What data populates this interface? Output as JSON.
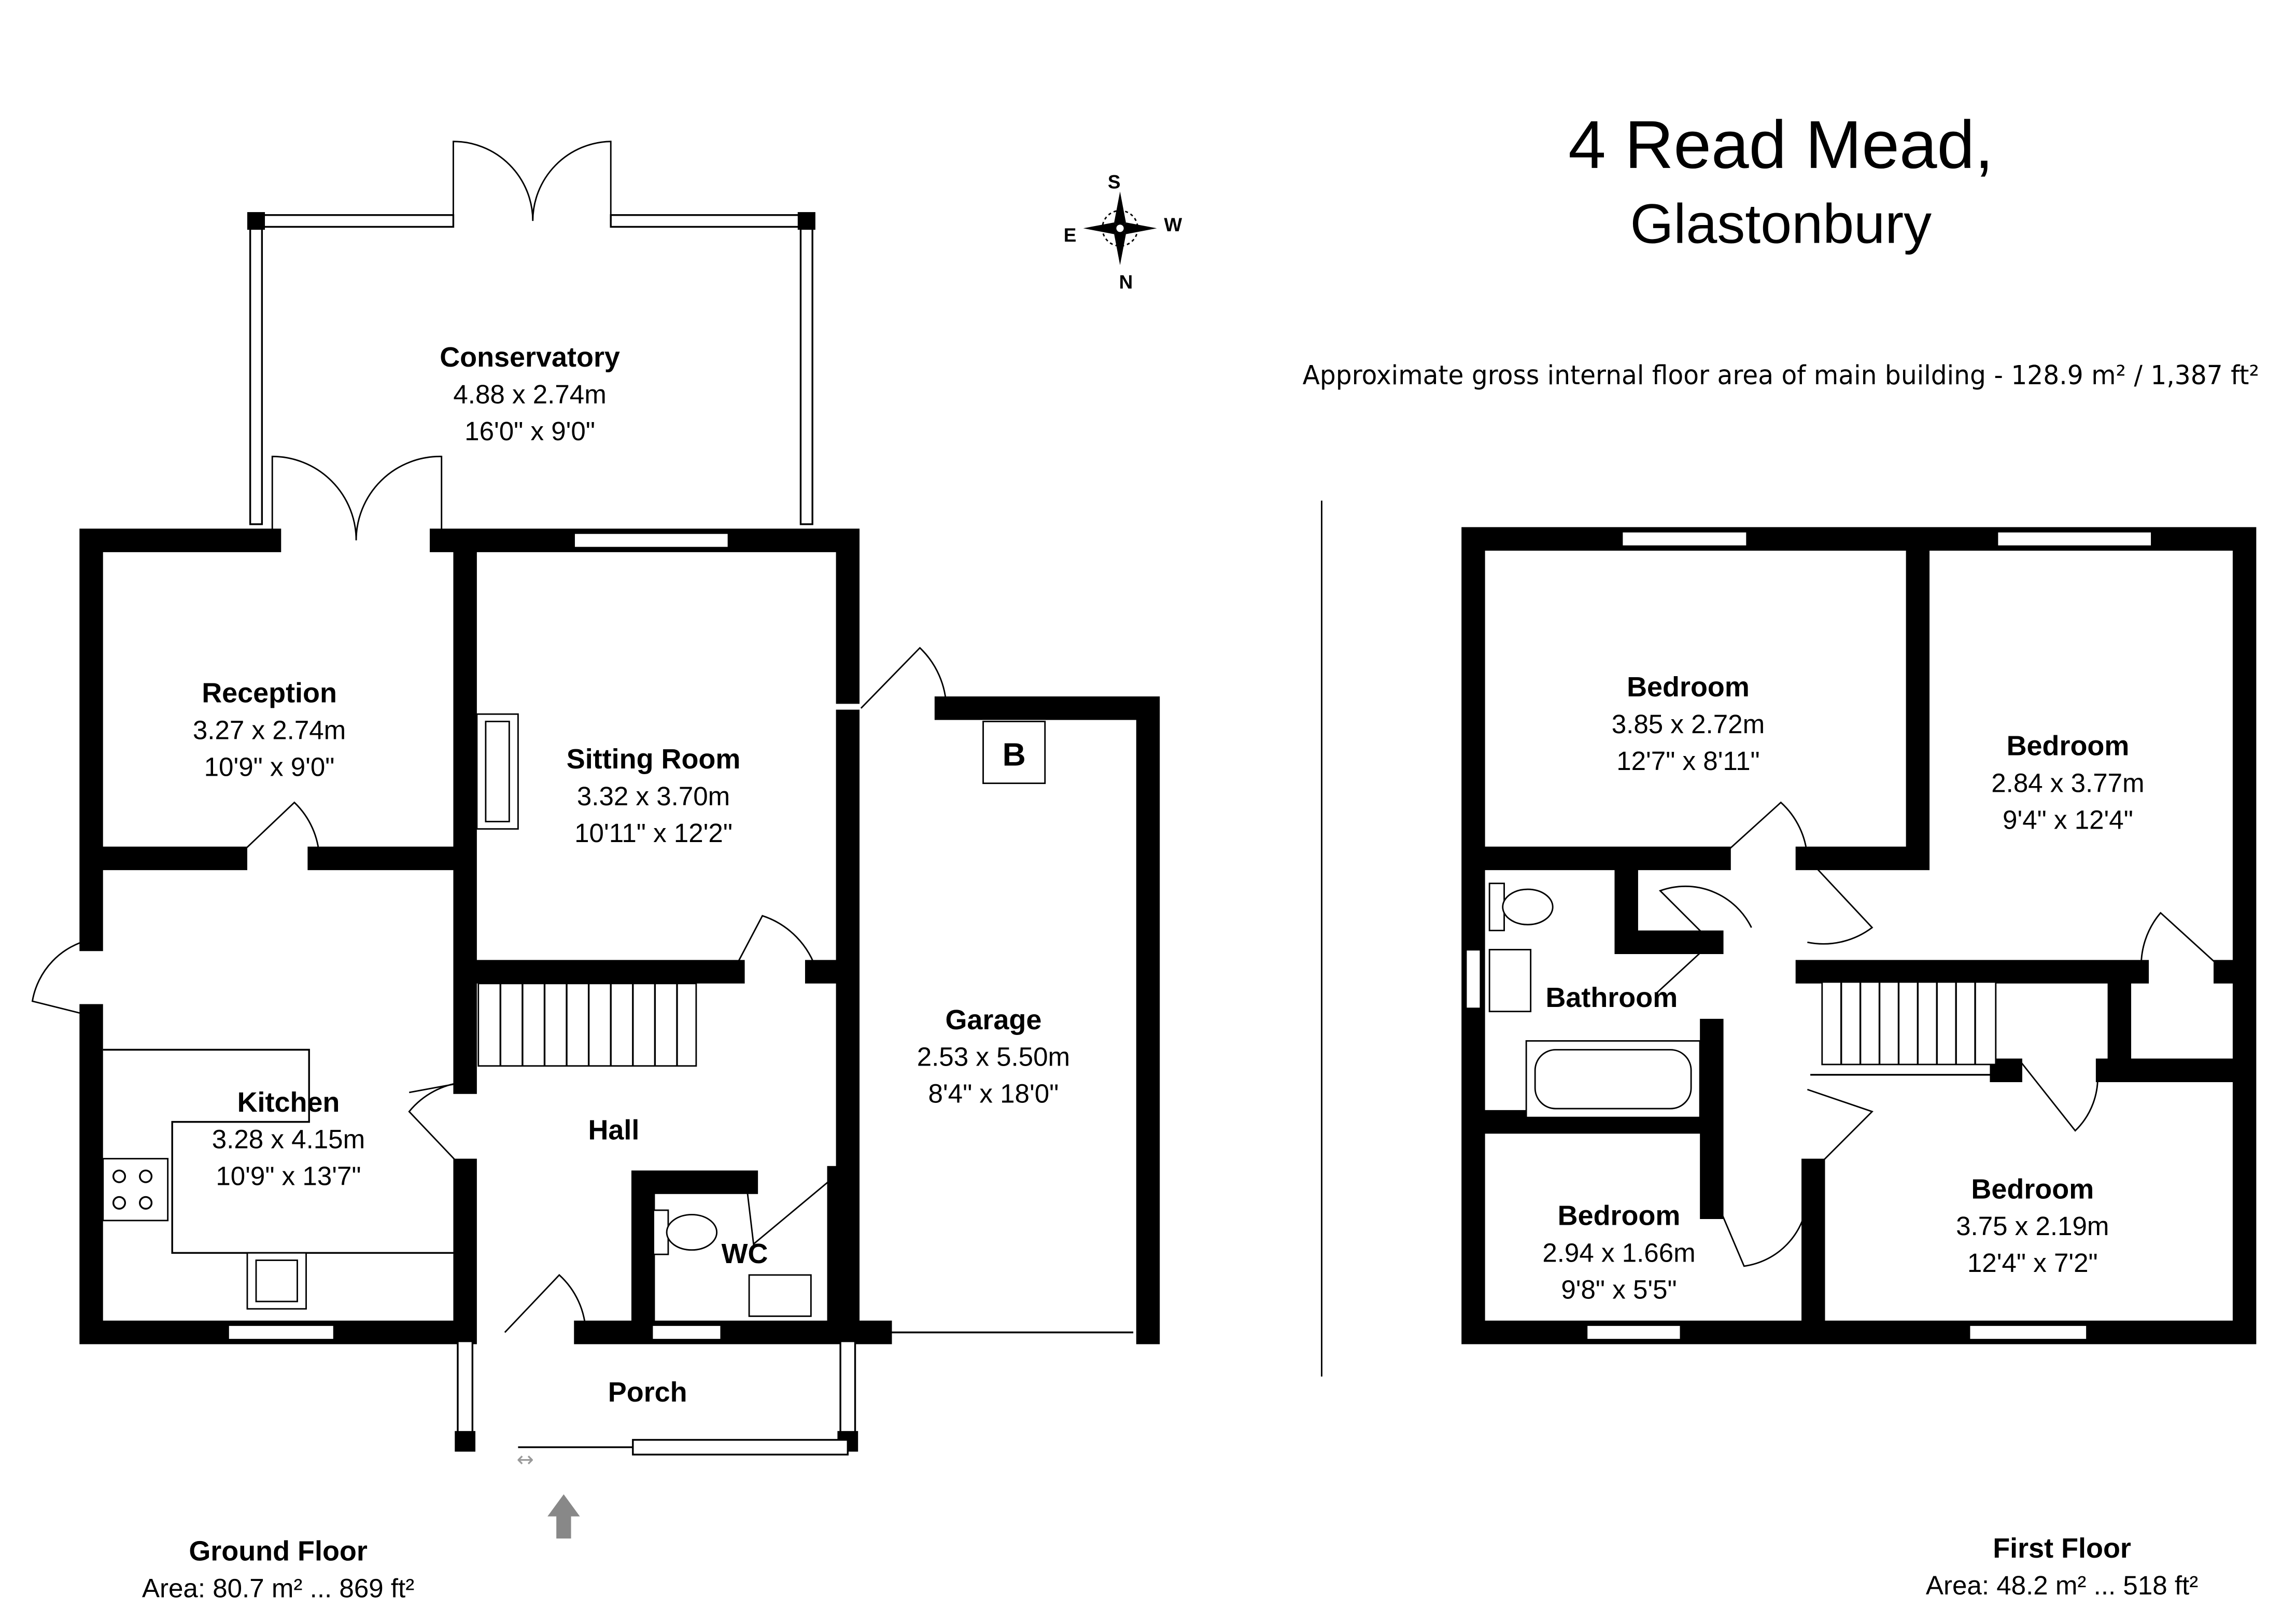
{
  "header": {
    "title_line1": "4 Read Mead,",
    "title_line2": "Glastonbury",
    "area_text": "Approximate gross internal floor area of main building  -  128.9 m² /  1,387 ft²"
  },
  "compass": {
    "n": "N",
    "s": "S",
    "e": "E",
    "w": "W"
  },
  "ground_floor": {
    "title": "Ground Floor",
    "area": "Area: 80.7 m² ... 869 ft²",
    "rooms": [
      {
        "name": "Conservatory",
        "metric": "4.88 x 2.74m",
        "imperial": "16'0\" x 9'0\""
      },
      {
        "name": "Reception",
        "metric": "3.27 x 2.74m",
        "imperial": "10'9\" x 9'0\""
      },
      {
        "name": "Sitting Room",
        "metric": "3.32 x 3.70m",
        "imperial": "10'11\" x 12'2\""
      },
      {
        "name": "Garage",
        "metric": "2.53 x 5.50m",
        "imperial": "8'4\" x 18'0\""
      },
      {
        "name": "Kitchen",
        "metric": "3.28 x 4.15m",
        "imperial": "10'9\" x 13'7\""
      },
      {
        "name": "Hall"
      },
      {
        "name": "WC"
      },
      {
        "name": "Porch"
      }
    ],
    "boiler_label": "B"
  },
  "first_floor": {
    "title": "First Floor",
    "area": "Area: 48.2 m² ... 518 ft²",
    "rooms": [
      {
        "name": "Bedroom",
        "metric": "3.85 x 2.72m",
        "imperial": "12'7\" x 8'11\""
      },
      {
        "name": "Bedroom",
        "metric": "2.84 x 3.77m",
        "imperial": "9'4\" x 12'4\""
      },
      {
        "name": "Bathroom"
      },
      {
        "name": "Bedroom",
        "metric": "2.94 x 1.66m",
        "imperial": "9'8\" x 5'5\""
      },
      {
        "name": "Bedroom",
        "metric": "3.75 x 2.19m",
        "imperial": "12'4\" x 7'2\""
      }
    ]
  }
}
